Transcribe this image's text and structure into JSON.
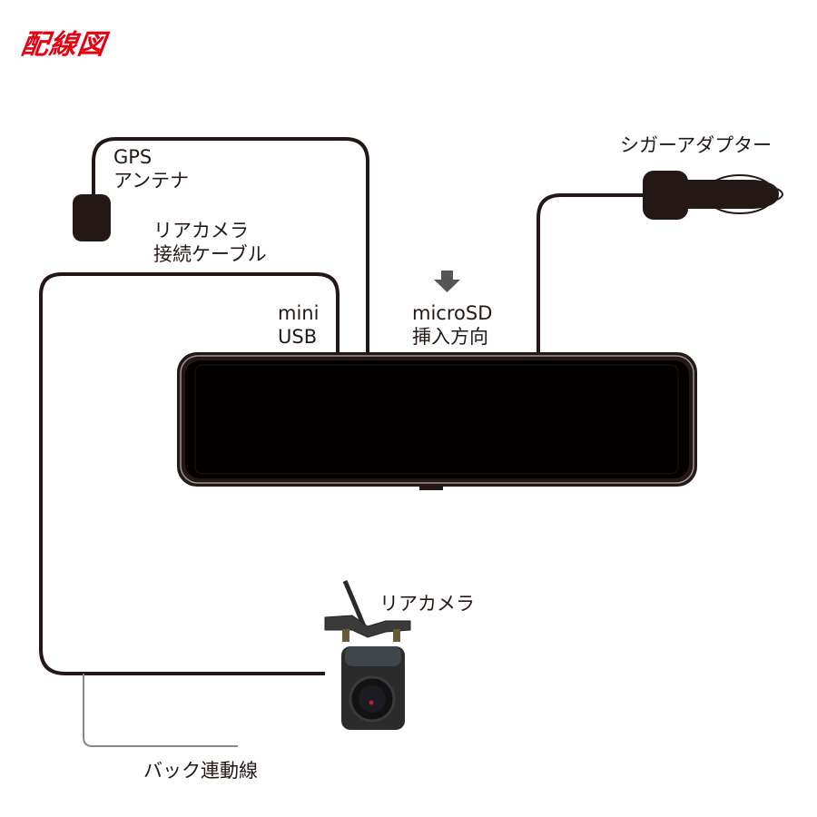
{
  "title": "配線図",
  "colors": {
    "title": "#e60012",
    "cable": "#231815",
    "mirror": "#050000",
    "signal_line": "#888888"
  },
  "labels": {
    "gps_line1": "GPS",
    "gps_line2": "アンテナ",
    "rear_cable_line1": "リアカメラ",
    "rear_cable_line2": "接続ケーブル",
    "usb_line1": "mini",
    "usb_line2": "USB",
    "sd_line1": "microSD",
    "sd_line2": "挿入方向",
    "cigar": "シガーアダプター",
    "rear_camera": "リアカメラ",
    "reverse_line": "バック連動線"
  }
}
